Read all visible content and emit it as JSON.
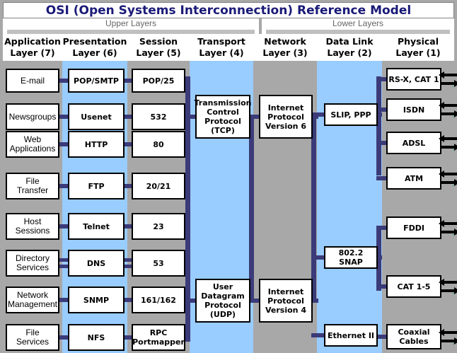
{
  "title": "OSI (Open Systems Interconnection) Reference Model",
  "bands": {
    "upper": "Upper Layers",
    "lower": "Lower Layers"
  },
  "colors": {
    "title_text": "#1a1a78",
    "band_grey": "#a8a8a8",
    "band_blue": "#99ccff",
    "wire": "#3b3b79",
    "box_border": "#000000",
    "box_fill": "#ffffff"
  },
  "columns": [
    {
      "title_line1": "Application",
      "title_line2": "Layer (7)",
      "shade": "grey"
    },
    {
      "title_line1": "Presentation",
      "title_line2": "Layer (6)",
      "shade": "blue"
    },
    {
      "title_line1": "Session",
      "title_line2": "Layer (5)",
      "shade": "grey"
    },
    {
      "title_line1": "Transport",
      "title_line2": "Layer (4)",
      "shade": "blue"
    },
    {
      "title_line1": "Network",
      "title_line2": "Layer (3)",
      "shade": "grey"
    },
    {
      "title_line1": "Data Link",
      "title_line2": "Layer (2)",
      "shade": "blue"
    },
    {
      "title_line1": "Physical",
      "title_line2": "Layer (1)",
      "shade": "grey"
    }
  ],
  "application": [
    "E-mail",
    "Newsgroups",
    "Web\nApplications",
    "File\nTransfer",
    "Host\nSessions",
    "Directory\nServices",
    "Network\nManagement",
    "File\nServices"
  ],
  "presentation": [
    "POP/SMTP",
    "Usenet",
    "HTTP",
    "FTP",
    "Telnet",
    "DNS",
    "SNMP",
    "NFS"
  ],
  "session": [
    "POP/25",
    "532",
    "80",
    "20/21",
    "23",
    "53",
    "161/162",
    "RPC\nPortmapper"
  ],
  "transport": [
    "Transmission\nControl\nProtocol (TCP)",
    "User\nDatagram\nProtocol (UDP)"
  ],
  "network": [
    "Internet\nProtocol\nVersion 6",
    "Internet\nProtocol\nVersion 4"
  ],
  "datalink": [
    "SLIP, PPP",
    "802.2 SNAP",
    "Ethernet II"
  ],
  "physical": [
    "RS-X, CAT 1",
    "ISDN",
    "ADSL",
    "ATM",
    "FDDI",
    "CAT 1-5",
    "Coaxial\nCables"
  ]
}
